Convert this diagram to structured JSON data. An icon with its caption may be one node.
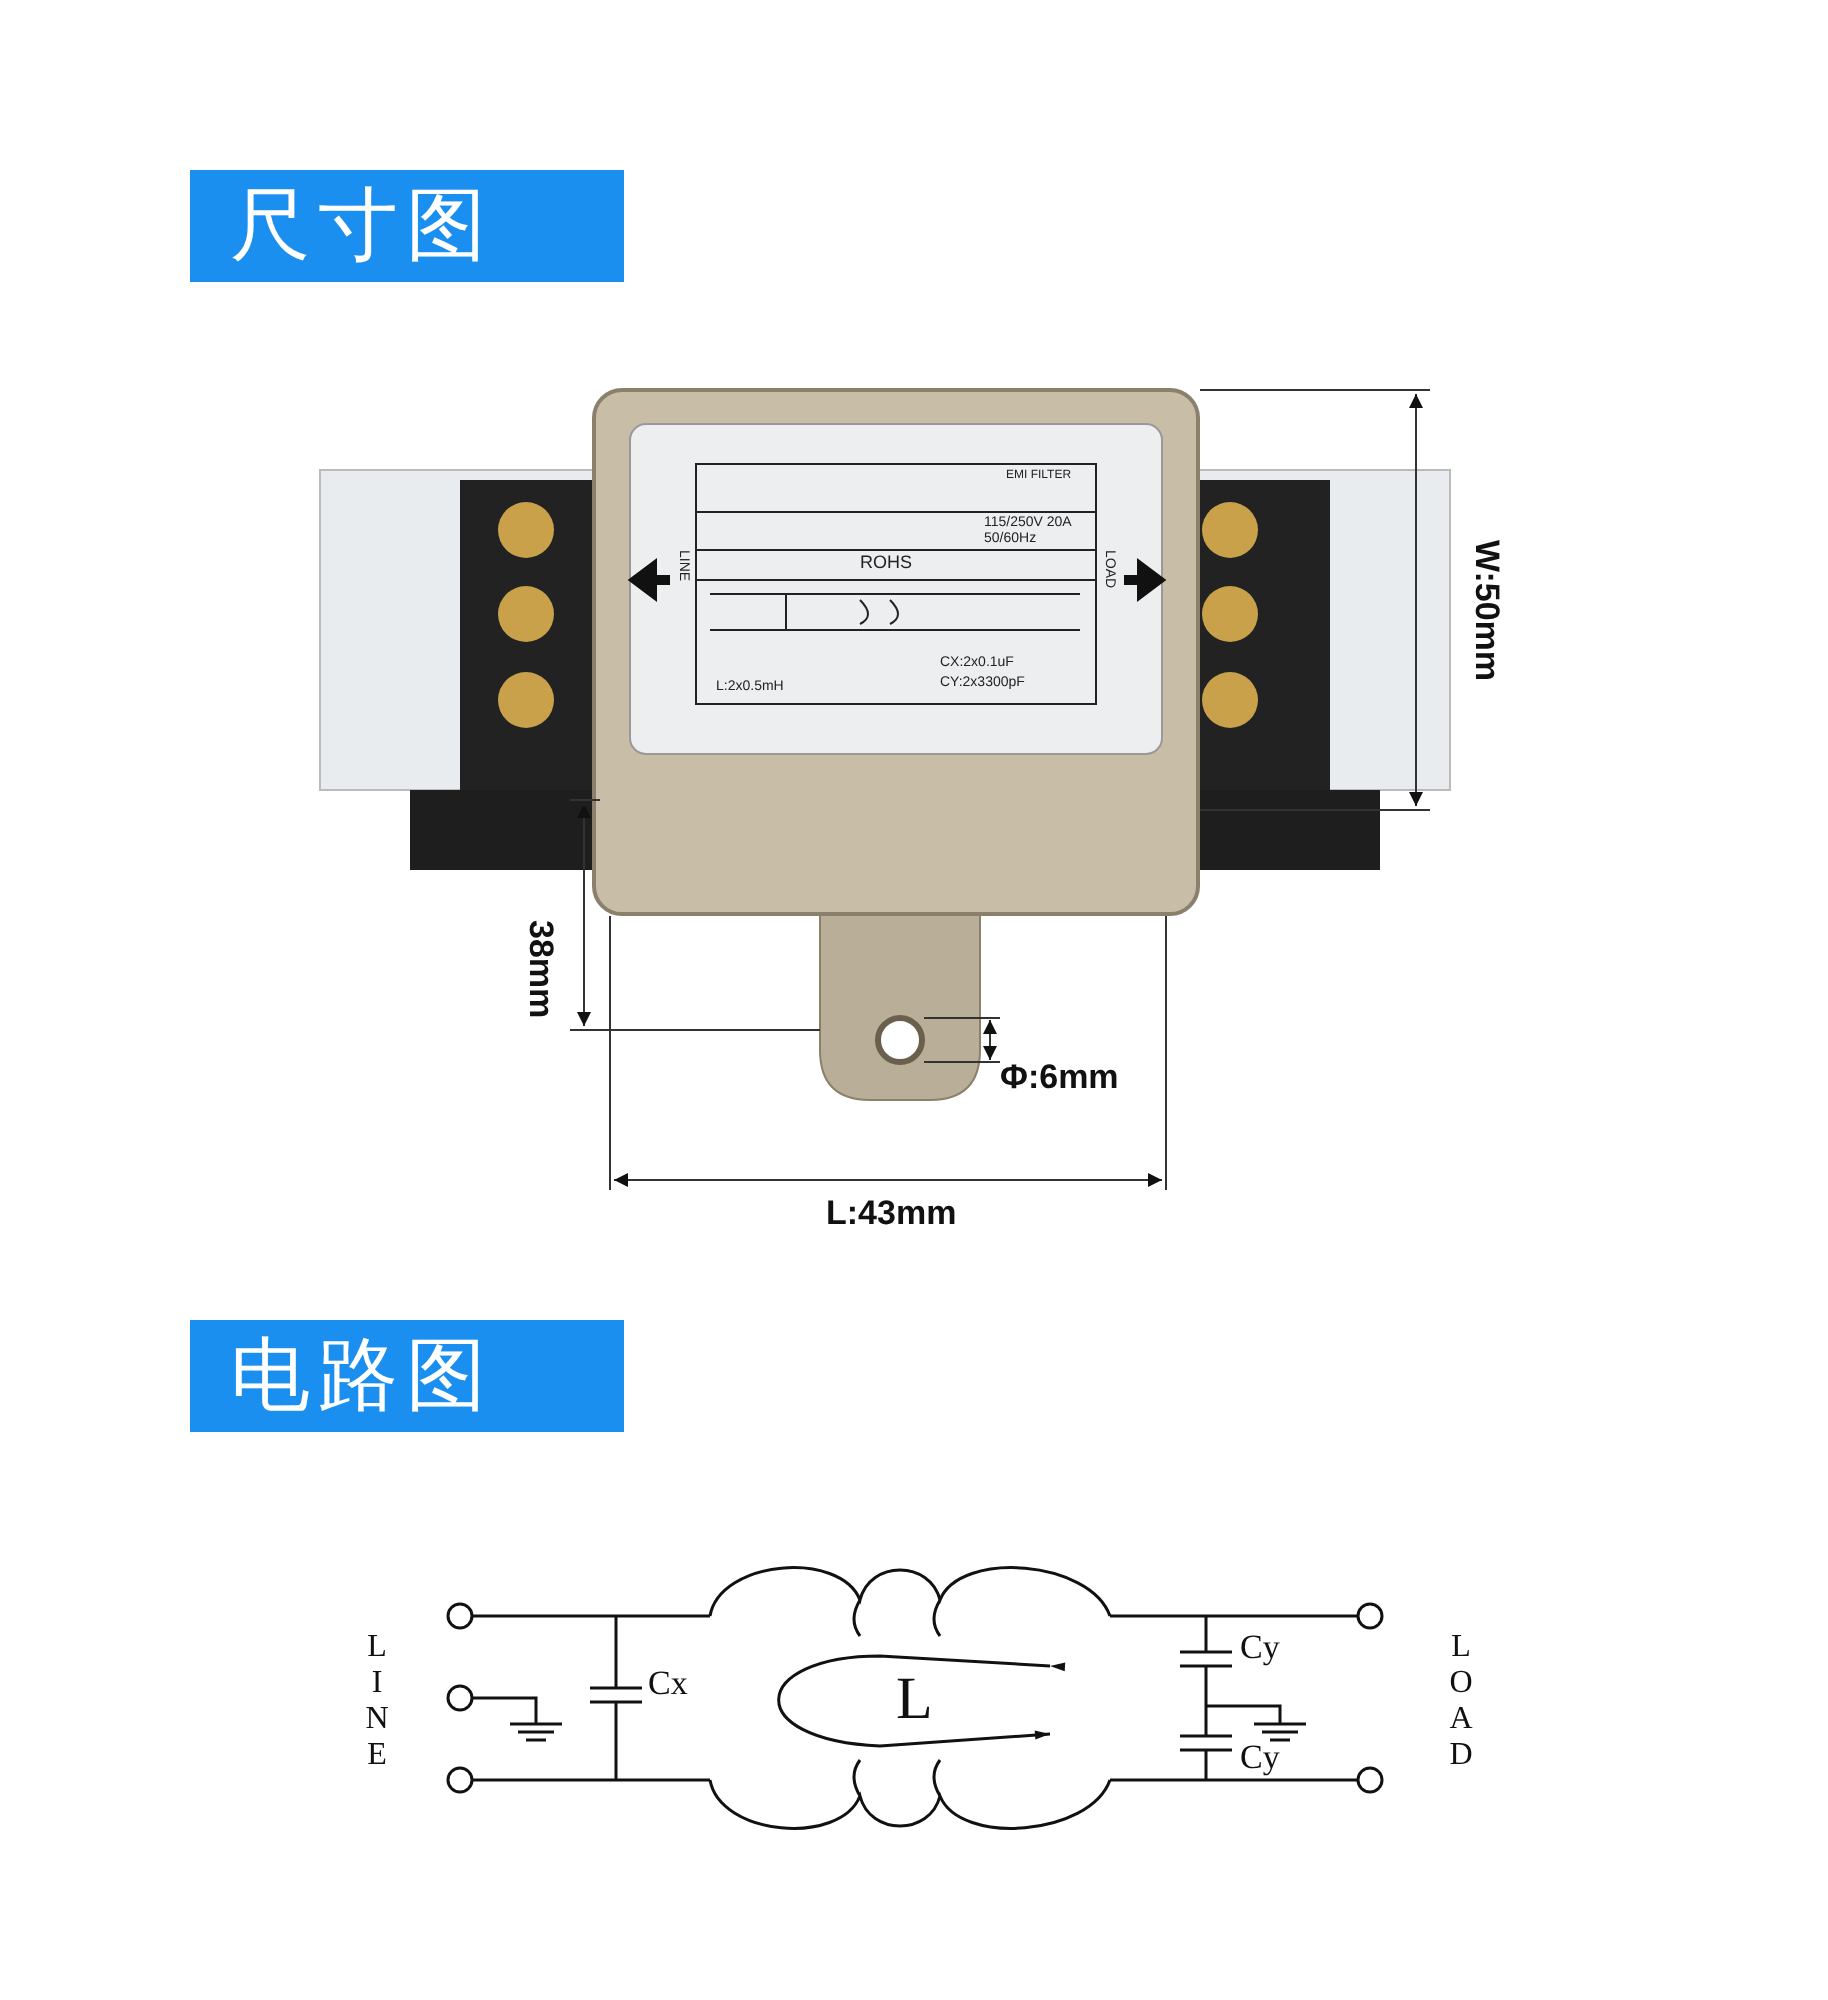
{
  "diagram": {
    "labels": [
      "尺寸图",
      "EMI FILTER",
      "115/250V 20A",
      "50/60Hz",
      "ROHS",
      "LINE",
      "LOAD",
      "L:2x0.5mH",
      "CX:2x0.1uF",
      "CY:2x3300pF",
      "W:50mm",
      "38mm",
      "Φ:6mm",
      "L:43mm",
      "电路图",
      "LINE",
      "Cx",
      "L",
      "Cy",
      "Cy",
      "LOAD"
    ]
  }
}
